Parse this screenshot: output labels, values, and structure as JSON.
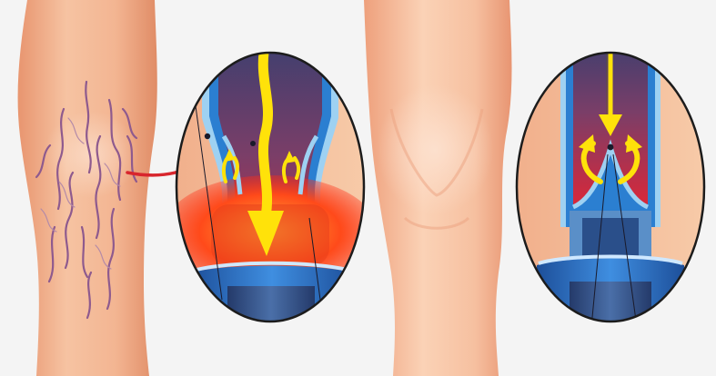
{
  "figure": {
    "panels": [
      {
        "id": "varicose-leg",
        "state": "diseased"
      },
      {
        "id": "diseased-valve-inset",
        "state": "valve-incompetent",
        "flow": "reflux"
      },
      {
        "id": "healthy-leg",
        "state": "healthy"
      },
      {
        "id": "healthy-valve-inset",
        "state": "valve-competent",
        "flow": "normal"
      }
    ],
    "colors": {
      "background": "#f4f4f4",
      "skin": "#f1b08c",
      "skin_shadow": "#e59a78",
      "varicose_vein": "#8e5a8e",
      "vein_wall_blue": "#2b7fd1",
      "vein_wall_light": "#9ed1f2",
      "blood_dark": "#3e3f73",
      "blood_red": "#d62b3a",
      "inflammation_glow": "#ff3a1a",
      "flow_arrow": "#ffe20a",
      "pointer_arrow": "#d8262d"
    },
    "icons": [
      "red-pointer-arrow",
      "yellow-flow-arrow",
      "yellow-curl-arrow"
    ]
  }
}
